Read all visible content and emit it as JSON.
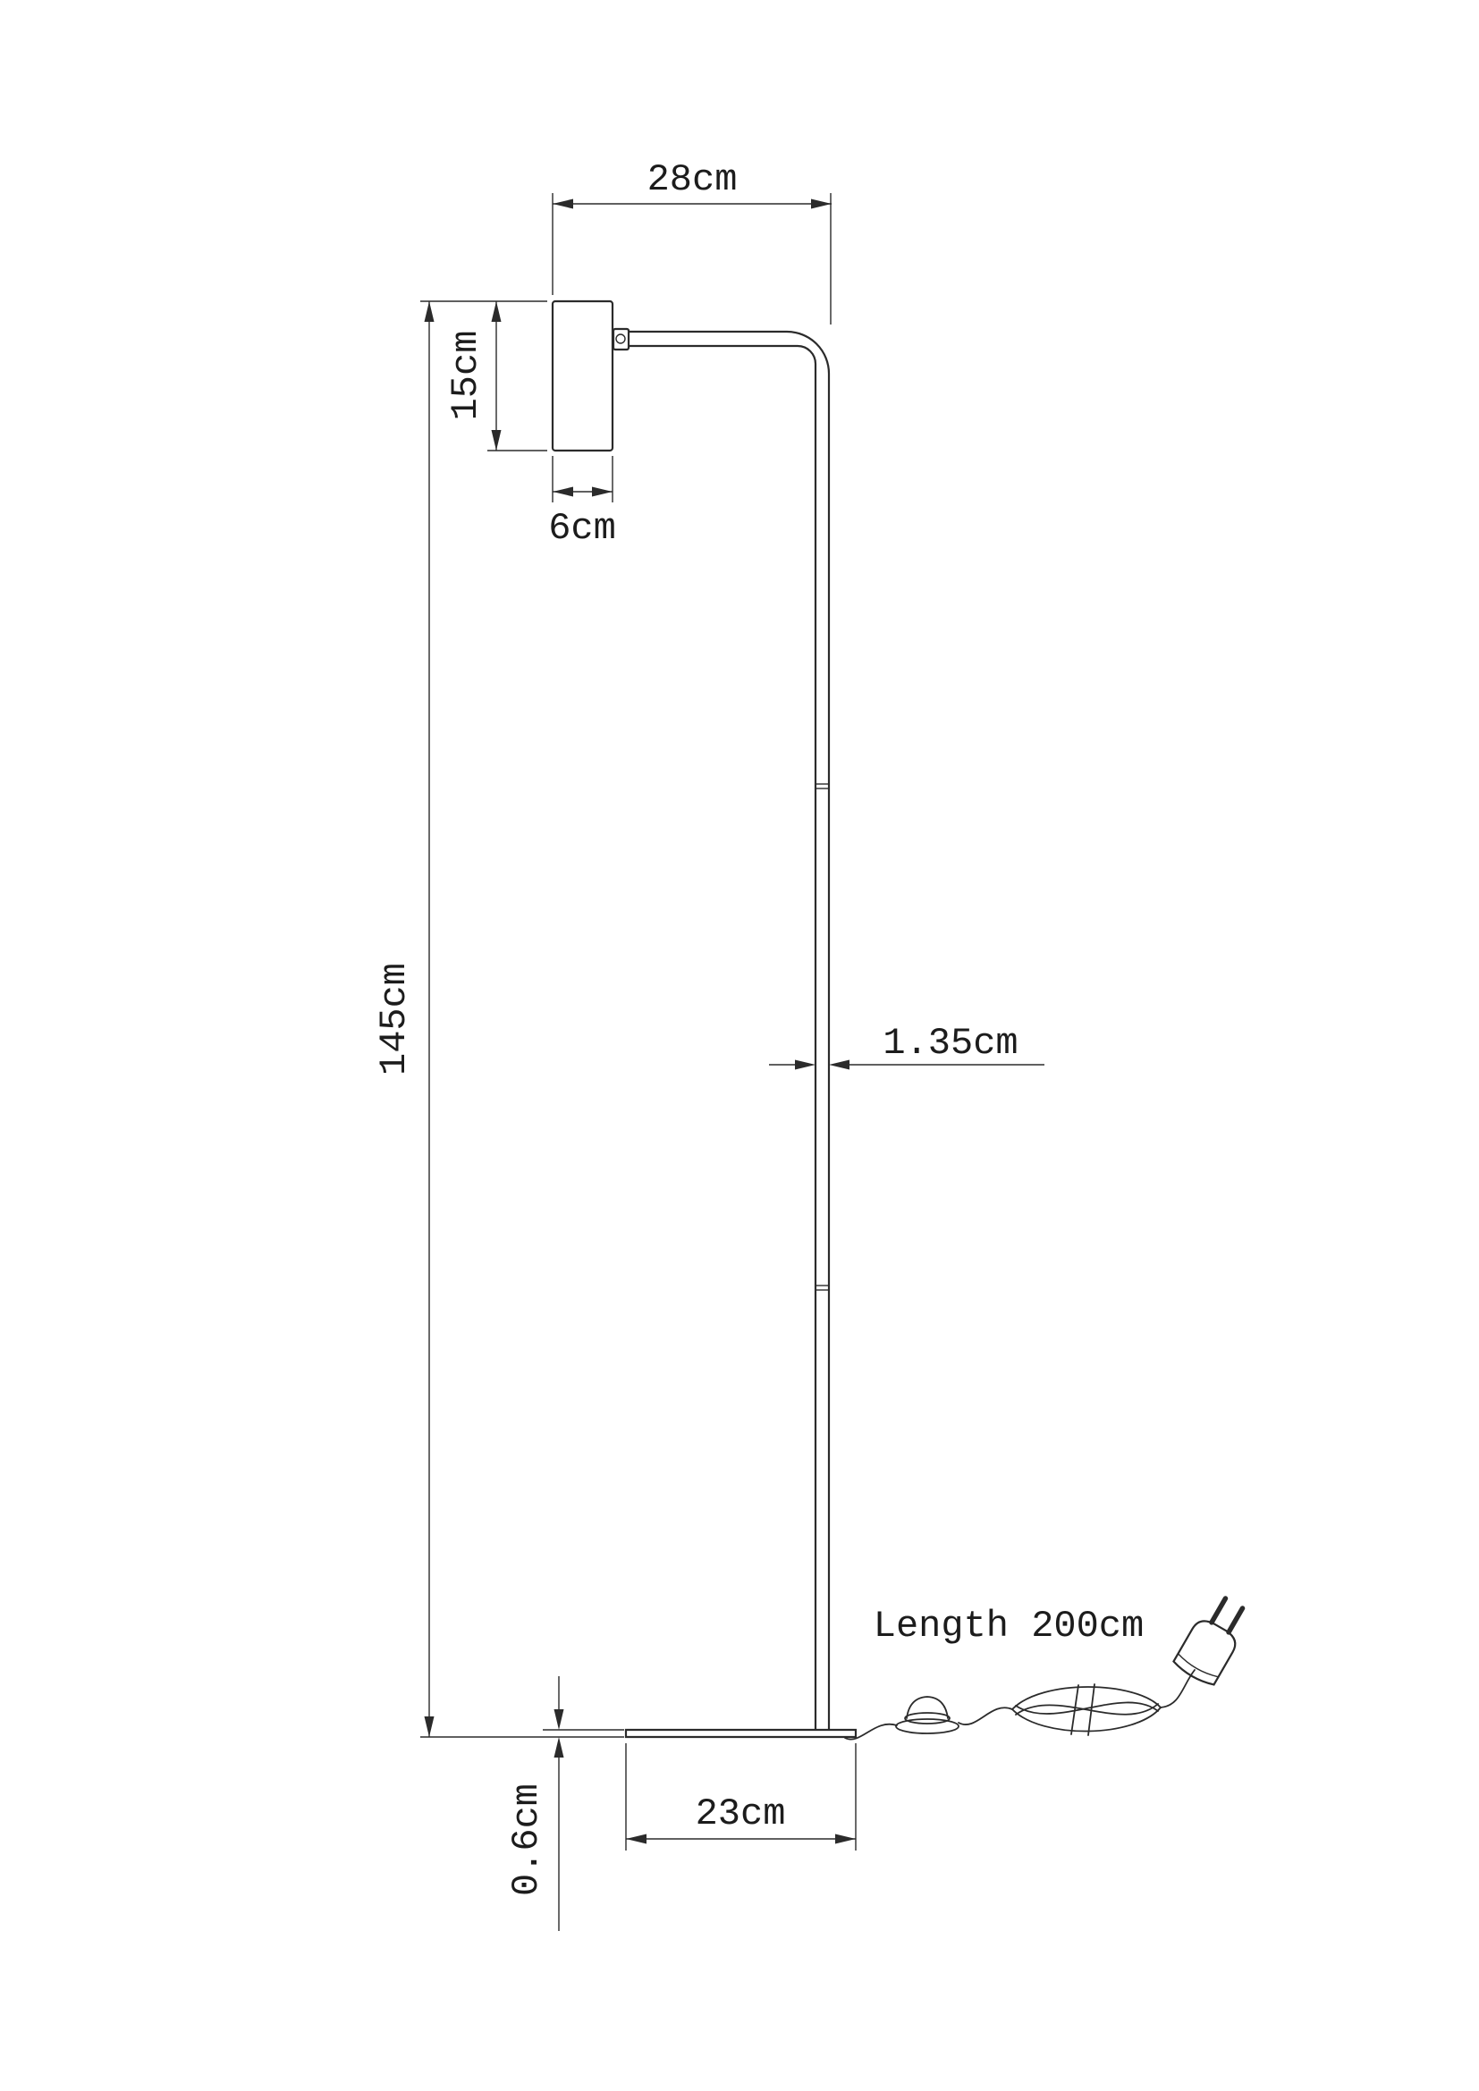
{
  "drawing": {
    "type": "technical-dimension-diagram",
    "subject": "floor lamp with cylindrical head, curved arm, straight pole, flat base, foot switch, coiled power cord and EU plug",
    "labels": {
      "head_width": "28cm",
      "head_height": "15cm",
      "head_diameter": "6cm",
      "total_height": "145cm",
      "pole_diameter": "1.35cm",
      "base_thickness": "0.6cm",
      "base_length": "23cm",
      "cord_length": "Length 200cm"
    },
    "colors": {
      "line": "#2b2b2b",
      "text": "#1c1c1c",
      "background": "#ffffff"
    }
  }
}
